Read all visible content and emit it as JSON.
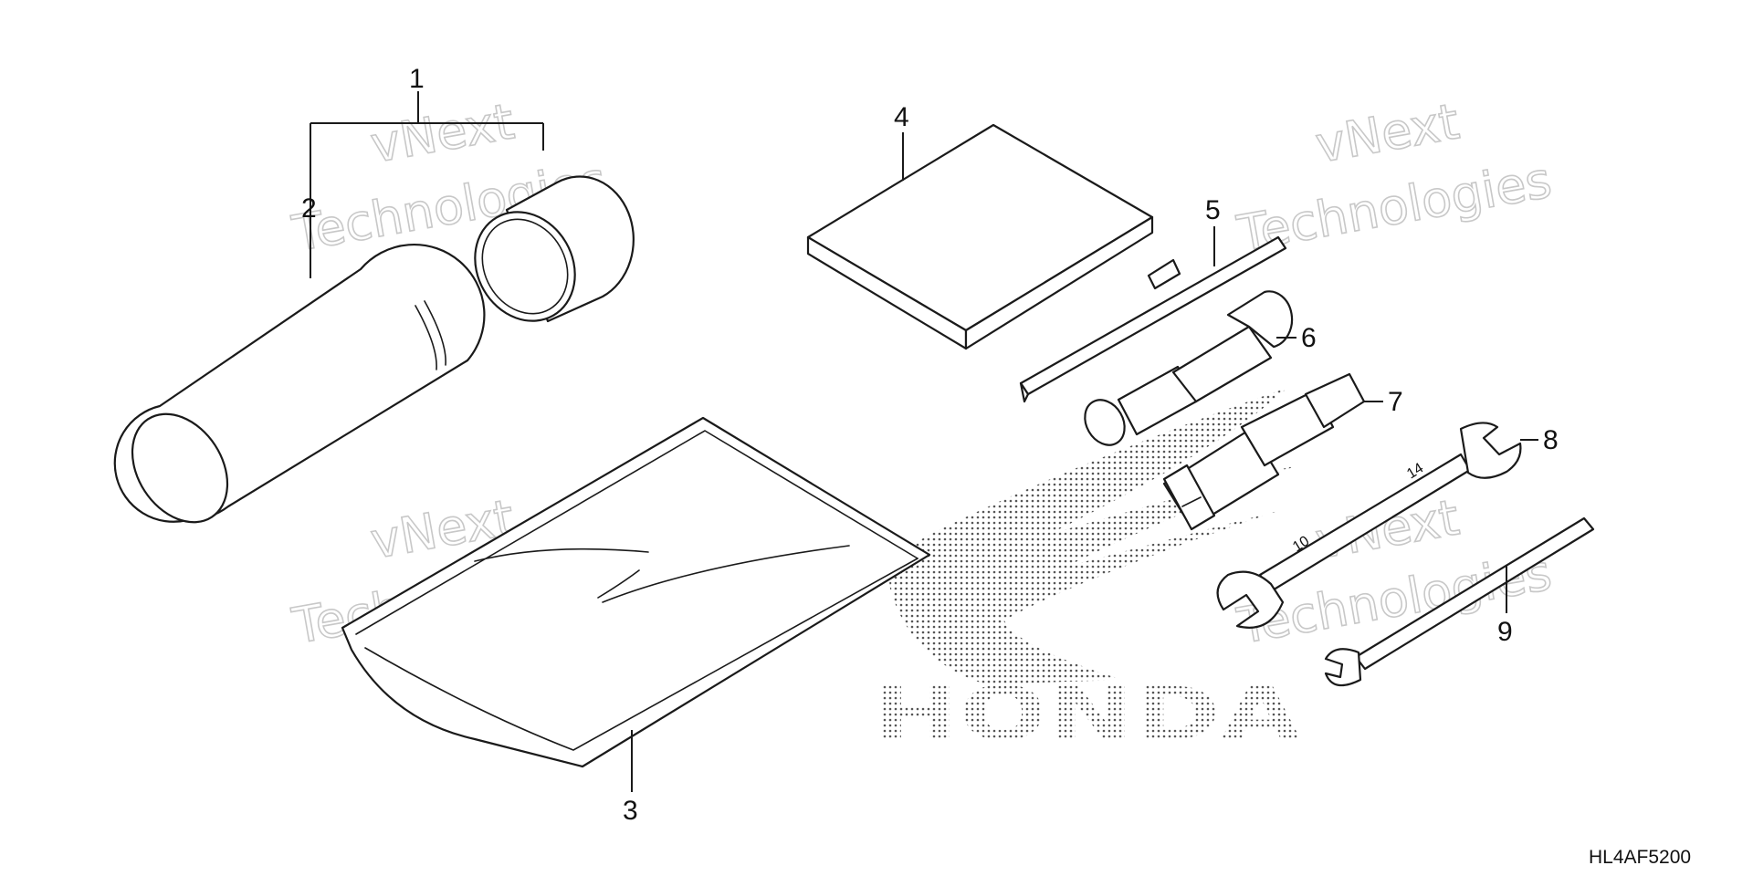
{
  "diagram": {
    "callouts": [
      {
        "id": "1",
        "label": "1"
      },
      {
        "id": "2",
        "label": "2"
      },
      {
        "id": "3",
        "label": "3"
      },
      {
        "id": "4",
        "label": "4"
      },
      {
        "id": "5",
        "label": "5"
      },
      {
        "id": "6",
        "label": "6"
      },
      {
        "id": "7",
        "label": "7"
      },
      {
        "id": "8",
        "label": "8"
      },
      {
        "id": "9",
        "label": "9"
      }
    ],
    "diagram_code": "HL4AF5200",
    "logo_text": "HONDA",
    "watermark": {
      "line1": "vNext",
      "line2": "Technologies"
    },
    "wrench_markings": {
      "size_a": "14",
      "size_b": "10"
    },
    "colors": {
      "ink": "#1a1a1a",
      "watermark": "#c8c8c8",
      "logo_dots": "#555555"
    }
  }
}
